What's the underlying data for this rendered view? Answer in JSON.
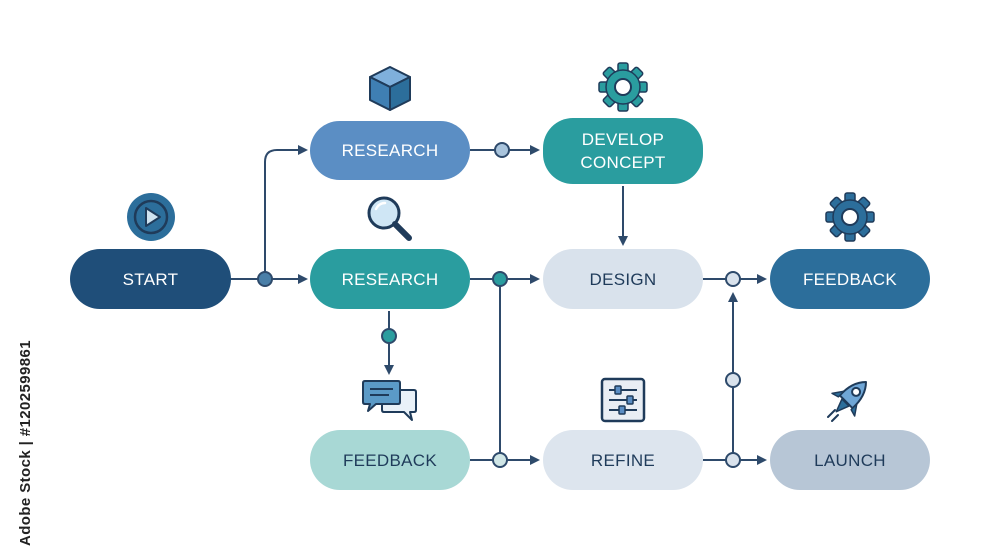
{
  "nodes": {
    "start": "START",
    "research_top": "RESEARCH",
    "develop_concept": "DEVELOP\nCONCEPT",
    "research_mid": "RESEARCH",
    "design": "DESIGN",
    "feedback_right": "FEEDBACK",
    "feedback_bottom": "FEEDBACK",
    "refine": "REFINE",
    "launch": "LAUNCH"
  },
  "icons": {
    "start": "play-icon",
    "research_top": "cube-icon",
    "develop_concept": "gear-icon",
    "research_mid": "magnifier-icon",
    "feedback_right": "gear-icon",
    "feedback_bottom": "chat-bubbles-icon",
    "refine": "sliders-icon",
    "launch": "rocket-icon"
  },
  "colors": {
    "navy": "#1f4e79",
    "teal": "#2a9d9f",
    "blue": "#5b8ec4",
    "steel_blue": "#2c6e9b",
    "light_gray_blue": "#d9e2ec",
    "pale_teal": "#a8d8d5",
    "connector": "#2e4a6b"
  },
  "watermark": "Adobe Stock | #1202599861"
}
